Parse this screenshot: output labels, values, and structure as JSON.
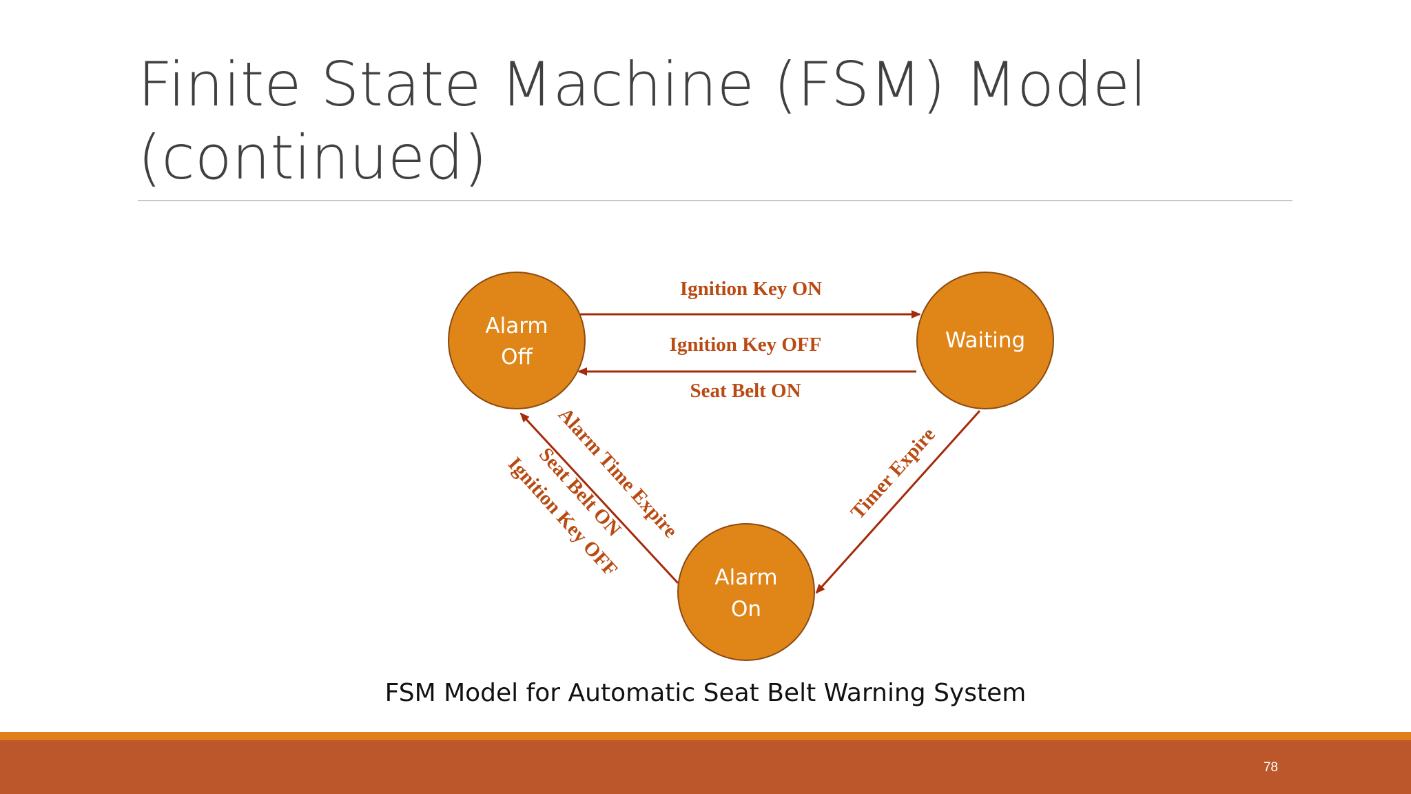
{
  "slide": {
    "title_line1": "Finite State Machine (FSM) Model",
    "title_line2": "(continued)",
    "caption": "FSM Model for Automatic Seat Belt Warning System",
    "page_number": "78"
  },
  "diagram": {
    "states": {
      "alarm_off": {
        "line1": "Alarm",
        "line2": "Off"
      },
      "waiting": {
        "line1": "Waiting"
      },
      "alarm_on": {
        "line1": "Alarm",
        "line2": "On"
      }
    },
    "transitions": {
      "off_to_waiting": "Ignition Key ON",
      "waiting_to_off_1": "Ignition Key OFF",
      "waiting_to_off_2": "Seat Belt ON",
      "waiting_to_on": "Timer Expire",
      "on_to_off_1": "Alarm Time Expire",
      "on_to_off_2": "Seat Belt ON",
      "on_to_off_3": "Ignition Key OFF"
    }
  },
  "colors": {
    "state_fill": "#e08518",
    "edge": "#a52a0a",
    "edge_label": "#b84a12",
    "band_top": "#e07f19",
    "band": "#bb572a"
  }
}
